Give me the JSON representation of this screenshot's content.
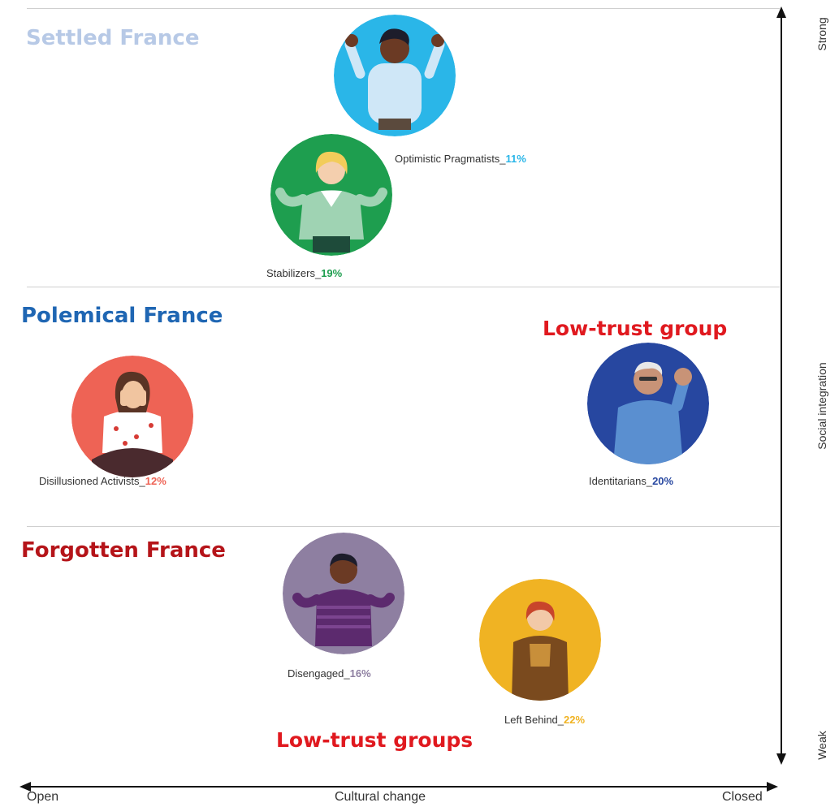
{
  "sections": {
    "settled": {
      "title": "Settled France",
      "color": "#b7c9e6"
    },
    "polemical": {
      "title": "Polemical France",
      "color": "#1f66b3"
    },
    "forgotten": {
      "title": "Forgotten France",
      "color": "#b51419"
    }
  },
  "notes": {
    "low_trust_group": "Low-trust group",
    "low_trust_groups": "Low-trust groups"
  },
  "segments": [
    {
      "name": "Optimistic Pragmatists_",
      "percent": "11%",
      "color": "#2ab6e8"
    },
    {
      "name": "Stabilizers_",
      "percent": "19%",
      "color": "#1e9e4f"
    },
    {
      "name": "Disillusioned Activists_",
      "percent": "12%",
      "color": "#ee6355"
    },
    {
      "name": "Identitarians_",
      "percent": "20%",
      "color": "#2747a0"
    },
    {
      "name": "Disengaged_",
      "percent": "16%",
      "color": "#8e7fa1"
    },
    {
      "name": "Left Behind_",
      "percent": "22%",
      "color": "#f0b323"
    }
  ],
  "axes": {
    "x_title": "Cultural change",
    "x_left": "Open",
    "x_right": "Closed",
    "y_title": "Social integration",
    "y_top": "Strong",
    "y_bottom": "Weak"
  }
}
